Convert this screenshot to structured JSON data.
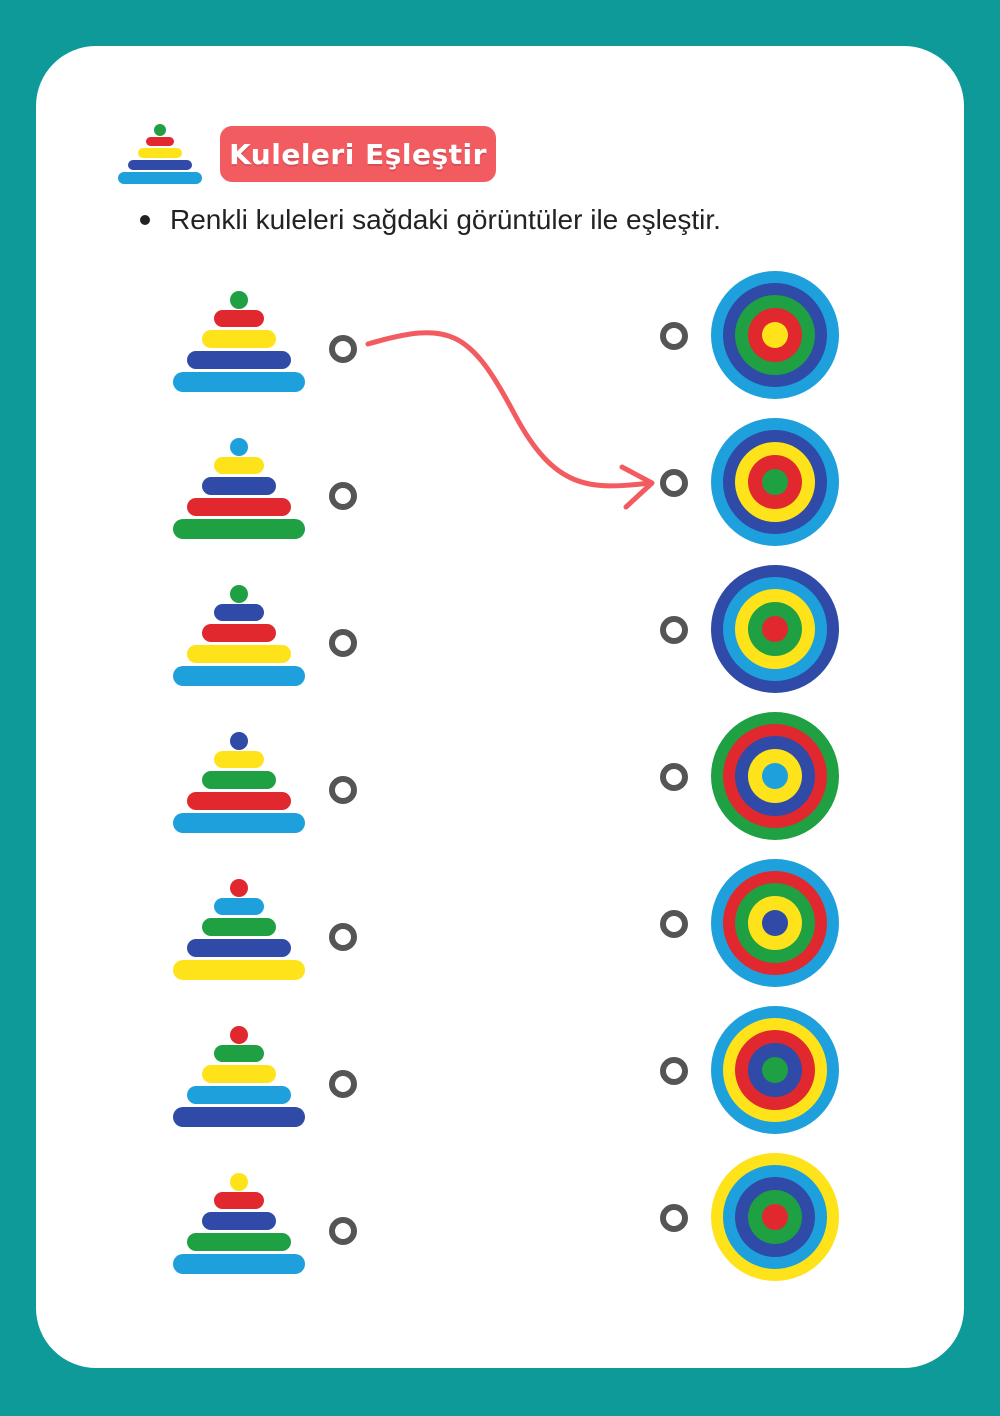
{
  "worksheet": {
    "title": "Kuleleri Eşleştir",
    "instruction": "Renkli kuleleri sağdaki görüntüler ile eşleştir.",
    "palette": {
      "red": "#e0282e",
      "yellow": "#ffe31a",
      "blue": "#2f4aa7",
      "lightblue": "#1ea0dc",
      "green": "#1fa043"
    },
    "header_icon_icon": "stacking-tower-icon",
    "example_arrow_icon": "curved-arrow-icon",
    "towers": [
      [
        "green",
        "red",
        "yellow",
        "blue",
        "lightblue"
      ],
      [
        "lightblue",
        "yellow",
        "blue",
        "red",
        "green"
      ],
      [
        "green",
        "blue",
        "red",
        "yellow",
        "lightblue"
      ],
      [
        "blue",
        "yellow",
        "green",
        "red",
        "lightblue"
      ],
      [
        "red",
        "lightblue",
        "green",
        "blue",
        "yellow"
      ],
      [
        "red",
        "green",
        "yellow",
        "lightblue",
        "blue"
      ],
      [
        "yellow",
        "red",
        "blue",
        "green",
        "lightblue"
      ]
    ],
    "targets": [
      [
        "lightblue",
        "blue",
        "green",
        "red",
        "yellow"
      ],
      [
        "lightblue",
        "blue",
        "yellow",
        "red",
        "green"
      ],
      [
        "blue",
        "lightblue",
        "yellow",
        "green",
        "red"
      ],
      [
        "green",
        "red",
        "blue",
        "yellow",
        "lightblue"
      ],
      [
        "lightblue",
        "red",
        "green",
        "yellow",
        "blue"
      ],
      [
        "lightblue",
        "yellow",
        "red",
        "blue",
        "green"
      ],
      [
        "yellow",
        "lightblue",
        "blue",
        "green",
        "red"
      ]
    ],
    "example_match": {
      "tower": 0,
      "target": 1
    }
  }
}
